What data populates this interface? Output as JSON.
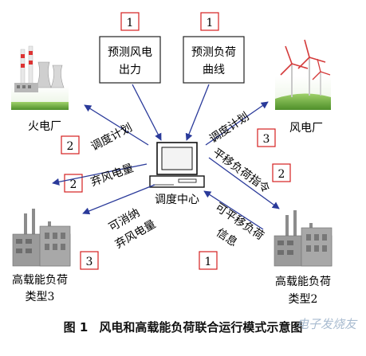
{
  "badges": {
    "top_left": "1",
    "top_right": "1",
    "left_upper": "2",
    "right_upper": "3",
    "left_mid": "2",
    "right_mid": "2",
    "left_lower": "3",
    "right_lower": "1"
  },
  "boxes": {
    "wind_forecast": [
      "预测风电",
      "出力"
    ],
    "load_forecast": [
      "预测负荷",
      "曲线"
    ]
  },
  "nodes": {
    "thermal_plant": "火电厂",
    "wind_farm": "风电厂",
    "dispatch_center": "调度中心",
    "load_type3": [
      "高载能负荷",
      "类型3"
    ],
    "load_type2": [
      "高载能负荷",
      "类型2"
    ]
  },
  "arrows": {
    "to_thermal": "调度计划",
    "to_wind": "调度计划",
    "curtail": "弃风电量",
    "shift_command": "平移负荷指令",
    "absorbable": [
      "可消纳",
      "弃风电量"
    ],
    "shiftable": [
      "可平移负荷",
      "信息"
    ]
  },
  "caption": {
    "figure_no": "图 1",
    "title": "风电和高载能负荷联合运行模式示意图"
  },
  "watermark": "电子发烧友",
  "colors": {
    "badge_border": "#d42020",
    "arrow": "#2a3a9a",
    "plant_green": "#6fae3a",
    "building_gray": "#8c8c8c"
  }
}
